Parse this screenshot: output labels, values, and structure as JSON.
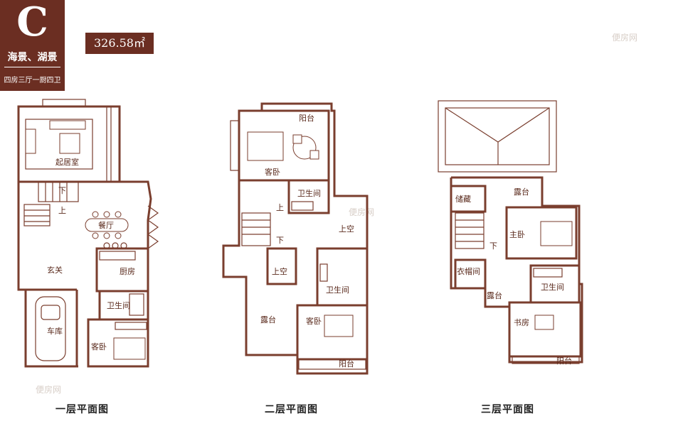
{
  "header": {
    "type_letter": "C",
    "view": "海景、湖景",
    "layout": "四房三厅一厨四卫",
    "area": "326.58㎡"
  },
  "watermark": "便房网",
  "floors": [
    {
      "caption": "一层平面图",
      "rooms": {
        "living": "起居室",
        "stairs_down": "下",
        "stairs_up": "上",
        "dining": "餐厅",
        "entry": "玄关",
        "kitchen": "厨房",
        "bath": "卫生间",
        "garage": "车库",
        "guest": "客卧"
      }
    },
    {
      "caption": "二层平面图",
      "rooms": {
        "balcony_top": "阳台",
        "guest_a": "客卧",
        "bath_a": "卫生间",
        "up": "上",
        "open_a": "上空",
        "down": "下",
        "open_b": "上空",
        "bath_b": "卫生间",
        "terrace": "露台",
        "guest_b": "客卧",
        "balcony_bottom": "阳台"
      }
    },
    {
      "caption": "三层平面图",
      "rooms": {
        "storage": "储藏",
        "terrace_top": "露台",
        "master": "主卧",
        "down": "下",
        "wardrobe": "衣帽间",
        "bath": "卫生间",
        "terrace_small": "露台",
        "study": "书房",
        "balcony": "阳台"
      }
    }
  ]
}
